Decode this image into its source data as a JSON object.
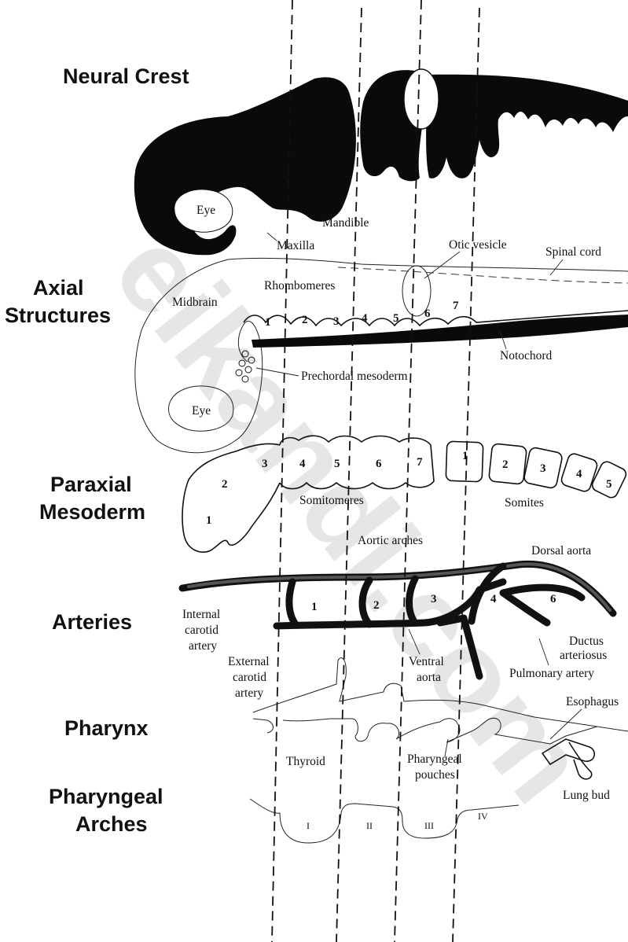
{
  "watermark": "eikandi.com",
  "sections": {
    "neural_crest": "Neural Crest",
    "axial_1": "Axial",
    "axial_2": "Structures",
    "paraxial_1": "Paraxial",
    "paraxial_2": "Mesoderm",
    "arteries": "Arteries",
    "pharynx": "Pharynx",
    "arches_1": "Pharyngeal",
    "arches_2": "Arches"
  },
  "labels": {
    "eye_top": "Eye",
    "mandible": "Mandible",
    "maxilla": "Maxilla",
    "otic_vesicle": "Otic vesicle",
    "spinal_cord": "Spinal cord",
    "midbrain": "Midbrain",
    "rhombomeres": "Rhombomeres",
    "notochord": "Notochord",
    "prechordal_mesoderm": "Prechordal mesoderm",
    "eye_bottom": "Eye",
    "somitomeres": "Somitomeres",
    "somites": "Somites",
    "aortic_arches": "Aortic arches",
    "dorsal_aorta": "Dorsal aorta",
    "internal_carotid_1": "Internal",
    "internal_carotid_2": "carotid",
    "internal_carotid_3": "artery",
    "external_carotid_1": "External",
    "external_carotid_2": "carotid",
    "external_carotid_3": "artery",
    "ventral_aorta_1": "Ventral",
    "ventral_aorta_2": "aorta",
    "ductus_1": "Ductus",
    "ductus_2": "arteriosus",
    "pulmonary_artery": "Pulmonary artery",
    "esophagus": "Esophagus",
    "thyroid": "Thyroid",
    "pharyngeal_pouches_1": "Pharyngeal",
    "pharyngeal_pouches_2": "pouches",
    "lung_bud": "Lung bud"
  },
  "rhombomere_numbers": [
    "1",
    "2",
    "3",
    "4",
    "5",
    "6",
    "7"
  ],
  "somitomere_numbers": [
    "1",
    "2",
    "3",
    "4",
    "5",
    "6",
    "7"
  ],
  "somite_numbers": [
    "1",
    "2",
    "3",
    "4",
    "5"
  ],
  "aortic_arch_numbers": [
    "1",
    "2",
    "3",
    "4",
    "6"
  ],
  "pharyngeal_arch_numerals": [
    "I",
    "II",
    "III",
    "IV"
  ]
}
